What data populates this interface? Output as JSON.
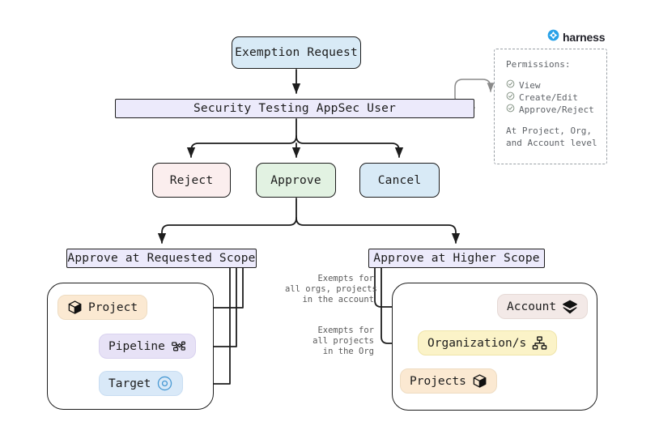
{
  "diagram": {
    "title": "Exemption Request approval flow",
    "brand": {
      "name": "harness",
      "logo_icon": "harness-logo-icon",
      "color": "#2aa2e8"
    },
    "start": {
      "label": "Exemption Request",
      "color": "#d8eaf6"
    },
    "actor": {
      "label": "Security Testing AppSec User",
      "color": "#eceafb"
    },
    "actions": [
      {
        "id": "reject",
        "label": "Reject",
        "color": "#fbeeee"
      },
      {
        "id": "approve",
        "label": "Approve",
        "color": "#e2f2e2"
      },
      {
        "id": "cancel",
        "label": "Cancel",
        "color": "#d8eaf6"
      }
    ],
    "scopes": [
      {
        "id": "requested",
        "label": "Approve at Requested Scope",
        "color": "#eceafb"
      },
      {
        "id": "higher",
        "label": "Approve at Higher Scope",
        "color": "#eceafb"
      }
    ],
    "requested_scope_items": [
      {
        "id": "project",
        "label": "Project",
        "icon": "cube-icon",
        "icon_side": "left",
        "color": "#fbe9d2"
      },
      {
        "id": "pipeline",
        "label": "Pipeline",
        "icon": "pipeline-icon",
        "icon_side": "right",
        "color": "#e7e2f6"
      },
      {
        "id": "target",
        "label": "Target",
        "icon": "target-icon",
        "icon_side": "right",
        "color": "#d9e9f8"
      }
    ],
    "higher_scope_items": [
      {
        "id": "account",
        "label": "Account",
        "icon": "layers-icon",
        "icon_side": "right",
        "color": "#f3e9e7"
      },
      {
        "id": "org",
        "label": "Organization/s",
        "icon": "sitemap-icon",
        "icon_side": "right",
        "color": "#fbf3c8"
      },
      {
        "id": "projects",
        "label": "Projects",
        "icon": "cube-icon",
        "icon_side": "right",
        "color": "#fbe9d2"
      }
    ],
    "annotations": [
      {
        "id": "account-note",
        "text": "Exempts for\nall orgs, projects\nin the account"
      },
      {
        "id": "org-note",
        "text": "Exempts for\nall projects\nin the Org"
      }
    ],
    "permissions": {
      "title": "Permissions:",
      "items": [
        {
          "label": "View",
          "icon": "check-circle-icon"
        },
        {
          "label": "Create/Edit",
          "icon": "check-circle-icon"
        },
        {
          "label": "Approve/Reject",
          "icon": "check-circle-icon"
        }
      ],
      "footer": "At Project, Org,\nand Account level"
    }
  }
}
